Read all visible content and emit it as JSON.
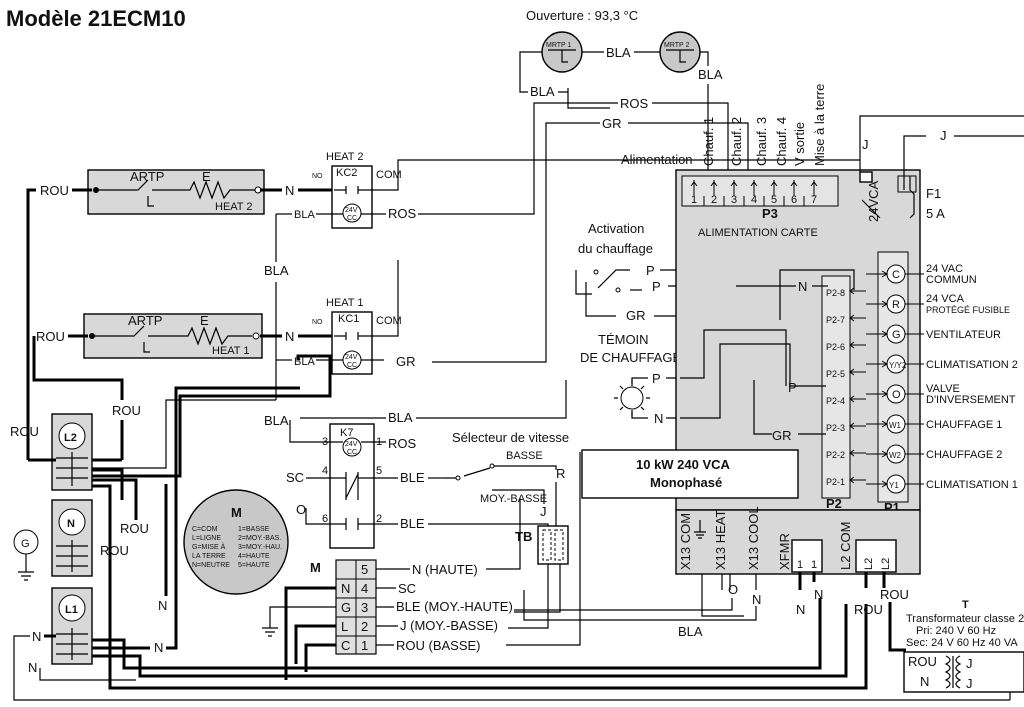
{
  "title": "Modèle 21ECM10",
  "opening_temp": "Ouverture : 93,3 °C",
  "mrtp1": "MRTP 1",
  "mrtp2": "MRTP 2",
  "wire": {
    "bla": "BLA",
    "ros": "ROS",
    "gr": "GR",
    "rou": "ROU",
    "ble": "BLE",
    "n": "N",
    "j": "J",
    "p": "P",
    "sc": "SC",
    "o": "O",
    "r": "R",
    "n_haute": "N (HAUTE)",
    "ble_moy_haute": "BLE (MOY.-HAUTE)",
    "j_moy_basse": "J (MOY.-BASSE)",
    "rou_basse": "ROU (BASSE)"
  },
  "heaters": [
    {
      "artp": "ARTP",
      "e": "E",
      "name": "HEAT 2"
    },
    {
      "artp": "ARTP",
      "e": "E",
      "name": "HEAT 1"
    }
  ],
  "relays": {
    "kc2": "KC2",
    "kc1": "KC1",
    "k7": "K7",
    "no": "NO",
    "com": "COM",
    "coil": "24V\nCC",
    "heat2": "HEAT 2",
    "heat1": "HEAT 1",
    "pins": [
      "3",
      "1",
      "4",
      "5",
      "6",
      "2"
    ]
  },
  "p3_labels": [
    "Alimentation",
    "Chauf. 1",
    "Chauf. 2",
    "Chauf. 3",
    "Chauf. 4",
    "V sortie",
    "Mise à la terre"
  ],
  "p3_pins": [
    "1",
    "2",
    "3",
    "4",
    "5",
    "6",
    "7"
  ],
  "board": {
    "p3": "P3",
    "alimentation_carte": "ALIMENTATION CARTE",
    "rating_line1": "10 kW 240 VCA",
    "rating_line2": "Monophasé",
    "p2": "P2",
    "p1": "P1",
    "vca24": "24VCA",
    "fuse": "F1",
    "fuse_rating": "5 A",
    "p2_pins": [
      "P2-8",
      "P2-7",
      "P2-6",
      "P2-5",
      "P2-4",
      "P2-3",
      "P2-2",
      "P2-1"
    ],
    "p1_terms": [
      "C",
      "R",
      "G",
      "Y/Y2",
      "O",
      "W1",
      "W2",
      "Y1"
    ],
    "p1_labels": [
      "24 VAC\nCOMMUN",
      "24 VCA\nPROTÉGÉ FUSIBLE",
      "VENTILATEUR",
      "CLIMATISATION 2",
      "VALVE\nD'INVERSEMENT",
      "CHAUFFAGE 1",
      "CHAUFFAGE 2",
      "CLIMATISATION 1"
    ],
    "bottom_terms": [
      "X13 COM",
      "X13 HEAT",
      "X13 COOL",
      "XFMR",
      "L2 COM"
    ],
    "xfmr_pins": [
      "1",
      "1"
    ],
    "l2_pins": [
      "L2",
      "L2"
    ]
  },
  "heat_activation": "Activation\ndu chauffage",
  "heat_lamp": "TÉMOIN\nDE CHAUFFAGE",
  "speed_selector": "Sélecteur de vitesse",
  "basse": "BASSE",
  "moy_basse": "MOY.-BASSE",
  "tb": "TB",
  "motor_legend": {
    "title": "M",
    "lines": [
      "C=COM",
      "L=LIGNE",
      "G=MISE À",
      "LA TERRE",
      "N=NEUTRE",
      "1=BASSE",
      "2=MOY.-BAS.",
      "3=MOY.-HAU.",
      "4=HAUTE",
      "5=HAUTE"
    ]
  },
  "motor_plug": {
    "label": "M",
    "letters": [
      "",
      "N",
      "G",
      "L",
      "C"
    ],
    "numbers": [
      "5",
      "4",
      "3",
      "2",
      "1"
    ]
  },
  "blocks": [
    "L2",
    "N",
    "L1"
  ],
  "ground_symbol": "G",
  "transformer": {
    "title": "T",
    "line1": "Transformateur classe 2",
    "line2": "Pri: 240 V 60 Hz",
    "line3": "Sec: 24 V 60 Hz 40 VA"
  }
}
